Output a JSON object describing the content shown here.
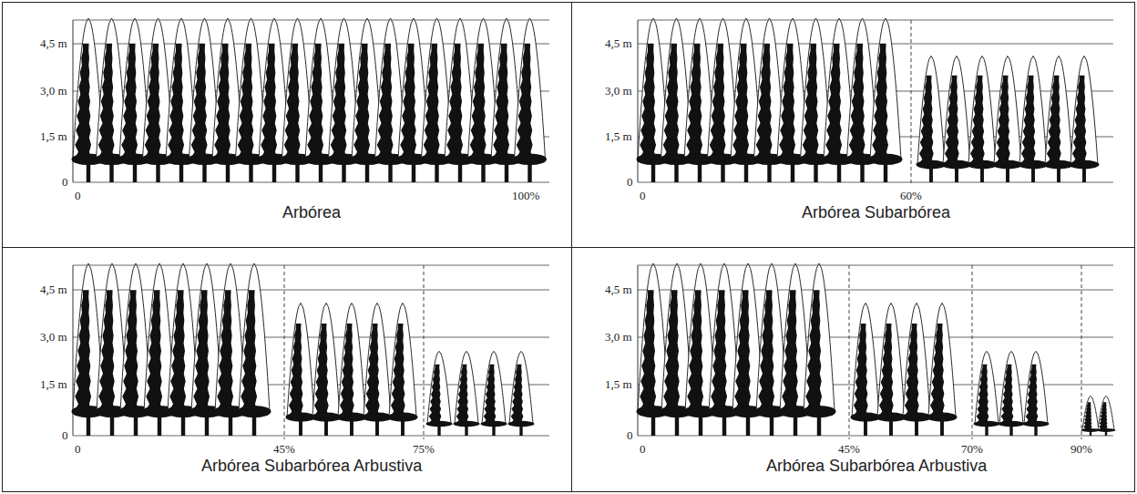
{
  "diagram": {
    "nodes": [
      {
        "text": [
          "Arbórea"
        ]
      },
      {
        "text": [
          "Arbórea Subarbórea"
        ]
      },
      {
        "text": [
          "Arbórea Subarbórea Arbustiva"
        ]
      },
      {
        "text": [
          "Arbórea Subarbórea Arbustiva"
        ]
      }
    ],
    "labels": [
      "4,5 m",
      "3,0 m",
      "1,5 m",
      "0",
      "0",
      "100%",
      "4,5 m",
      "3,0 m",
      "1,5 m",
      "0",
      "0",
      "60%",
      "4,5 m",
      "3,0 m",
      "1,5 m",
      "0",
      "0",
      "45%",
      "75%",
      "4,5 m",
      "3,0 m",
      "1,5 m",
      "0",
      "0",
      "45%",
      "70%",
      "90%"
    ]
  }
}
